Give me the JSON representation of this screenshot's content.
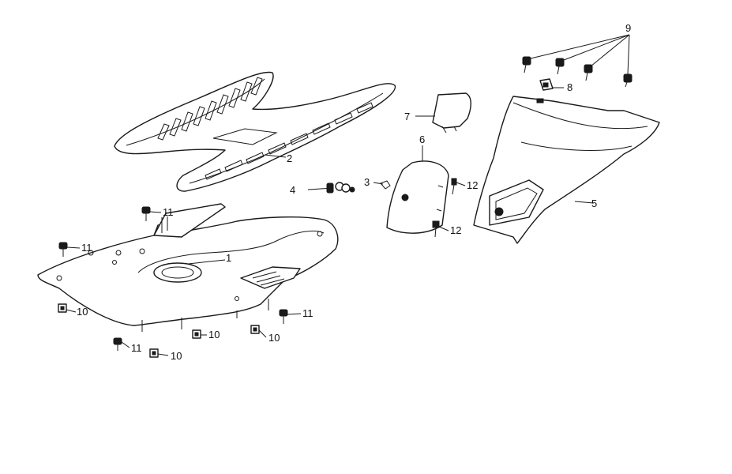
{
  "callouts": [
    {
      "id": "c1",
      "label": "1"
    },
    {
      "id": "c2",
      "label": "2"
    },
    {
      "id": "c3",
      "label": "3"
    },
    {
      "id": "c4",
      "label": "4"
    },
    {
      "id": "c5",
      "label": "5"
    },
    {
      "id": "c6",
      "label": "6"
    },
    {
      "id": "c7",
      "label": "7"
    },
    {
      "id": "c8",
      "label": "8"
    },
    {
      "id": "c9",
      "label": "9"
    },
    {
      "id": "c10a",
      "label": "10"
    },
    {
      "id": "c10b",
      "label": "10"
    },
    {
      "id": "c10c",
      "label": "10"
    },
    {
      "id": "c10d",
      "label": "10"
    },
    {
      "id": "c11a",
      "label": "11"
    },
    {
      "id": "c11b",
      "label": "11"
    },
    {
      "id": "c11c",
      "label": "11"
    },
    {
      "id": "c11d",
      "label": "11"
    },
    {
      "id": "c12a",
      "label": "12"
    },
    {
      "id": "c12b",
      "label": "12"
    }
  ]
}
